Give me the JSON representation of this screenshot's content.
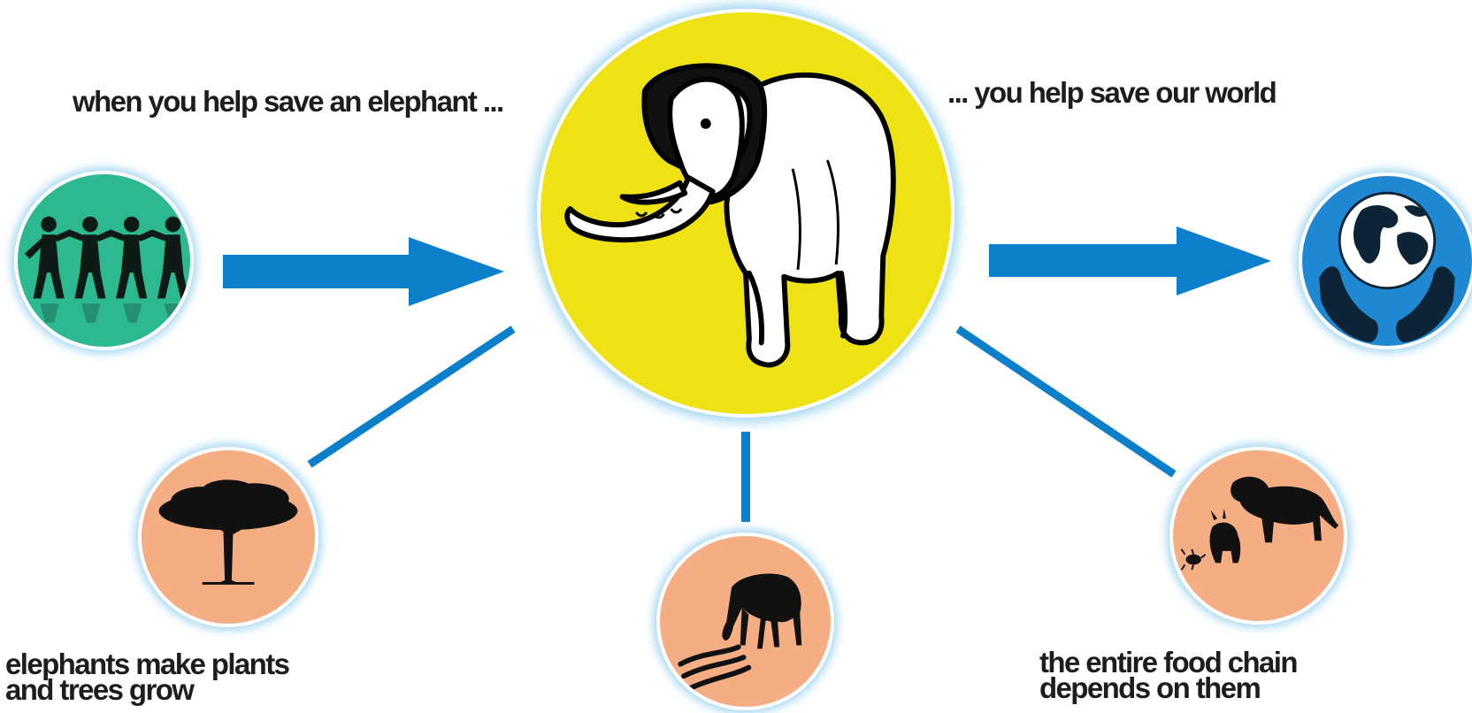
{
  "diagram": {
    "caption_left": "when you help save an elephant ...",
    "caption_right": "... you help save  our world",
    "caption_plants": [
      "elephants make plants",
      "and trees grow"
    ],
    "caption_food_chain": [
      "the entire food chain",
      "depends on them"
    ],
    "colors": {
      "connector_blue": "#0b7fc9",
      "elephant_disc": "#efe214",
      "people_disc": "#2cb990",
      "world_disc": "#1f88d3",
      "peach_disc": "#f5ae83",
      "halo": "#a9d9f2"
    },
    "icons": {
      "center": "elephant-icon",
      "left": "people-chain-icon",
      "right": "world-in-hands-icon",
      "bottom_left": "acacia-tree-icon",
      "bottom_center": "grazing-antelope-icon",
      "bottom_right": "food-chain-animals-icon"
    }
  }
}
